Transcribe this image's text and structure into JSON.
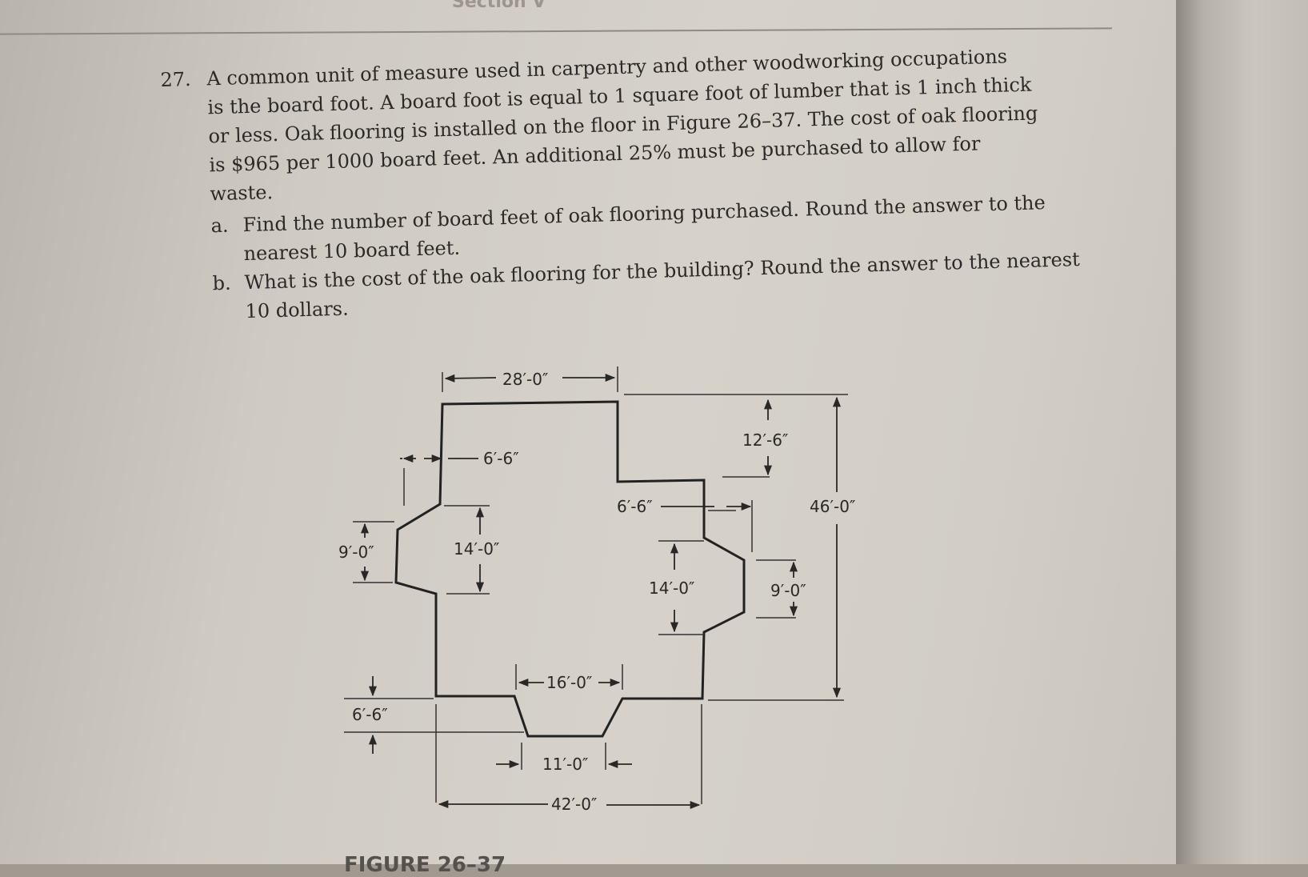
{
  "header": {
    "text": "Section V"
  },
  "problem": {
    "number": "27.",
    "stem_lines": [
      "A common unit of measure used in carpentry and other woodworking occupations",
      "is the board foot. A board foot is equal to 1 square foot of lumber that is 1 inch thick",
      "or less. Oak flooring is installed on the floor in Figure 26–37. The cost of oak flooring",
      "is $965 per 1000 board feet. An additional 25% must be purchased to allow for",
      "waste."
    ],
    "parts": [
      {
        "letter": "a.",
        "lines": [
          "Find the number of board feet of oak flooring purchased. Round the answer to the",
          "nearest 10 board feet."
        ]
      },
      {
        "letter": "b.",
        "lines": [
          "What is the cost of the oak flooring for the building? Round the answer to the nearest",
          "10 dollars."
        ]
      }
    ]
  },
  "figure": {
    "dims": {
      "top_width": "28′-0″",
      "left_offset_upper": "6′-6″",
      "left_bump_height": "9′-0″",
      "left_side_height": "14′-0″",
      "right_offset": "6′-6″",
      "right_notch": "12′-6″",
      "overall_height": "46′-0″",
      "right_side_height": "14′-0″",
      "right_bump_height": "9′-0″",
      "bottom_notch_top": "16′-0″",
      "left_offset_lower": "6′-6″",
      "bottom_notch_bottom": "11′-0″",
      "overall_width": "42′-0″"
    }
  },
  "caption": {
    "text": "FIGURE 26–37"
  }
}
